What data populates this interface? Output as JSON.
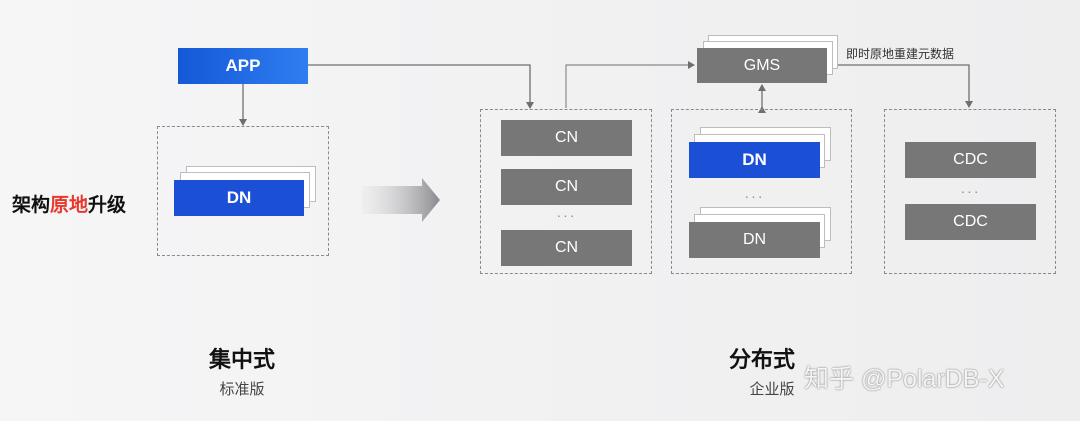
{
  "title": {
    "prefix": "架构",
    "highlight": "原地",
    "suffix": "升级",
    "highlight_color": "#e8392e"
  },
  "centralized": {
    "app_label": "APP",
    "dn_label": "DN",
    "caption": "集中式",
    "sub_caption": "标准版"
  },
  "distributed": {
    "gms_label": "GMS",
    "gms_note": "即时原地重建元数据",
    "cn_labels": [
      "CN",
      "CN",
      "CN"
    ],
    "dn_labels": [
      "DN",
      "DN"
    ],
    "cdc_labels": [
      "CDC",
      "CDC"
    ],
    "ellipsis": "···",
    "caption": "分布式",
    "sub_caption": "企业版"
  },
  "watermark": "知乎 @PolarDB-X",
  "colors": {
    "block_gray": "#777777",
    "block_blue": "#1a4fd6",
    "app_blue": "#2f7df0",
    "line_gray": "#6f6f6f"
  }
}
